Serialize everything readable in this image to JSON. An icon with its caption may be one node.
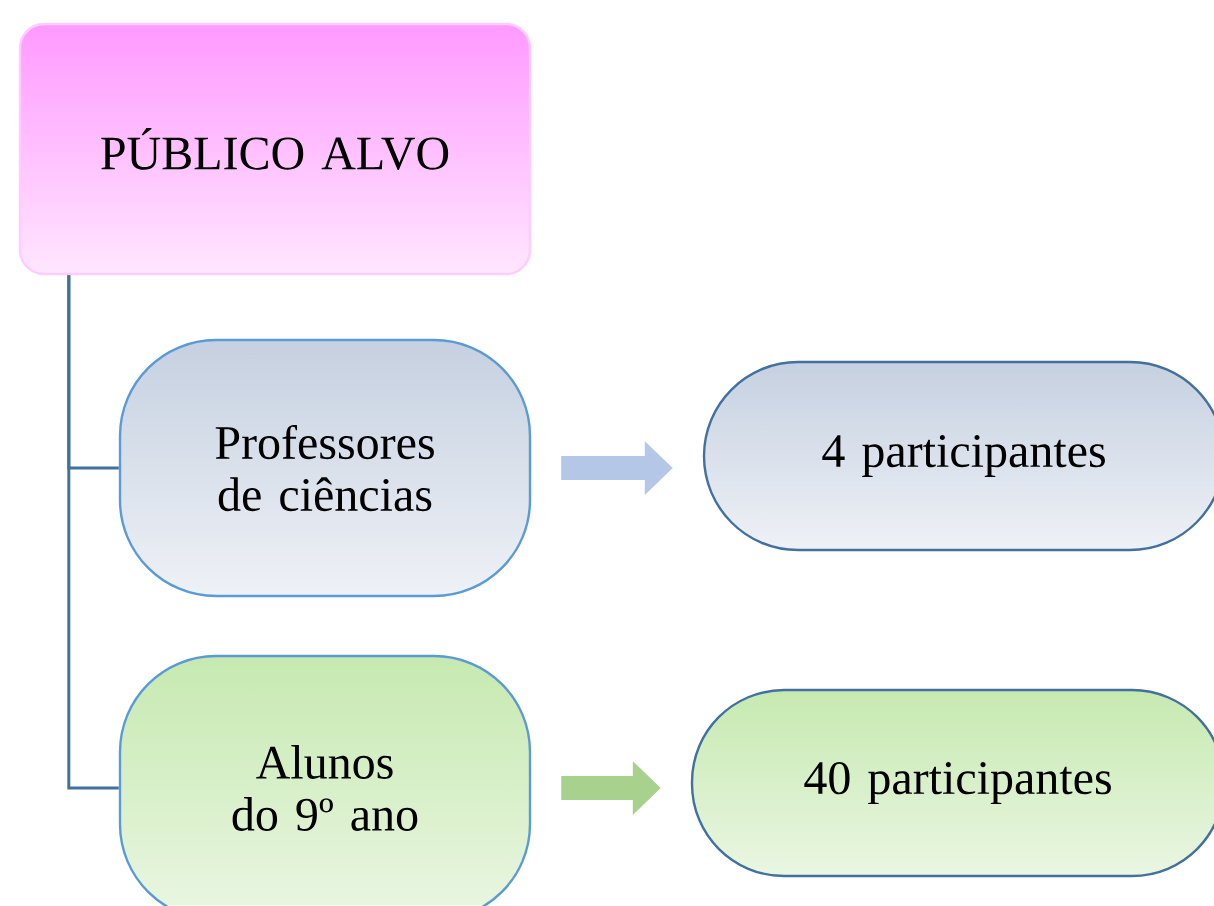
{
  "diagram": {
    "nodes": [
      {
        "text": [
          "PÚBLICO ALVO"
        ]
      },
      {
        "text": [
          "Professores de ciências"
        ]
      },
      {
        "text": [
          "4 participantes"
        ]
      },
      {
        "text": [
          "Alunos do 9º ano"
        ]
      },
      {
        "text": [
          "40 participantes"
        ]
      }
    ],
    "edges": [
      {
        "from": 0,
        "to": 1,
        "arrow": "none"
      },
      {
        "from": 0,
        "to": 3,
        "arrow": "none"
      },
      {
        "from": 1,
        "to": 2,
        "arrow": "to",
        "style": "thick",
        "color": "#b4c7e7"
      },
      {
        "from": 3,
        "to": 4,
        "arrow": "to",
        "style": "thick",
        "color": "#a9d18e"
      }
    ]
  }
}
